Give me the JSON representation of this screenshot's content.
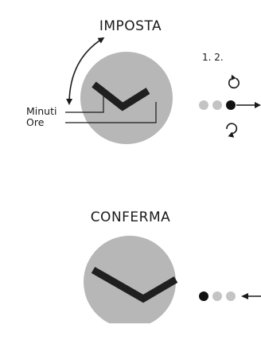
{
  "panel_set": {
    "title": "IMPOSTA",
    "minutes_label": "Minuti",
    "hours_label": "Ore",
    "steps_label": "1. 2.",
    "rotate_cw_icon": "rotate-clockwise-icon",
    "rotate_ccw_icon": "rotate-counterclockwise-icon"
  },
  "panel_confirm": {
    "title": "CONFERMA"
  },
  "colors": {
    "dial": "#b7b7b7",
    "hands": "#1f1f1f",
    "crown_active": "#111111",
    "crown_inactive": "#c4c4c4",
    "line": "#1a1a1a"
  }
}
